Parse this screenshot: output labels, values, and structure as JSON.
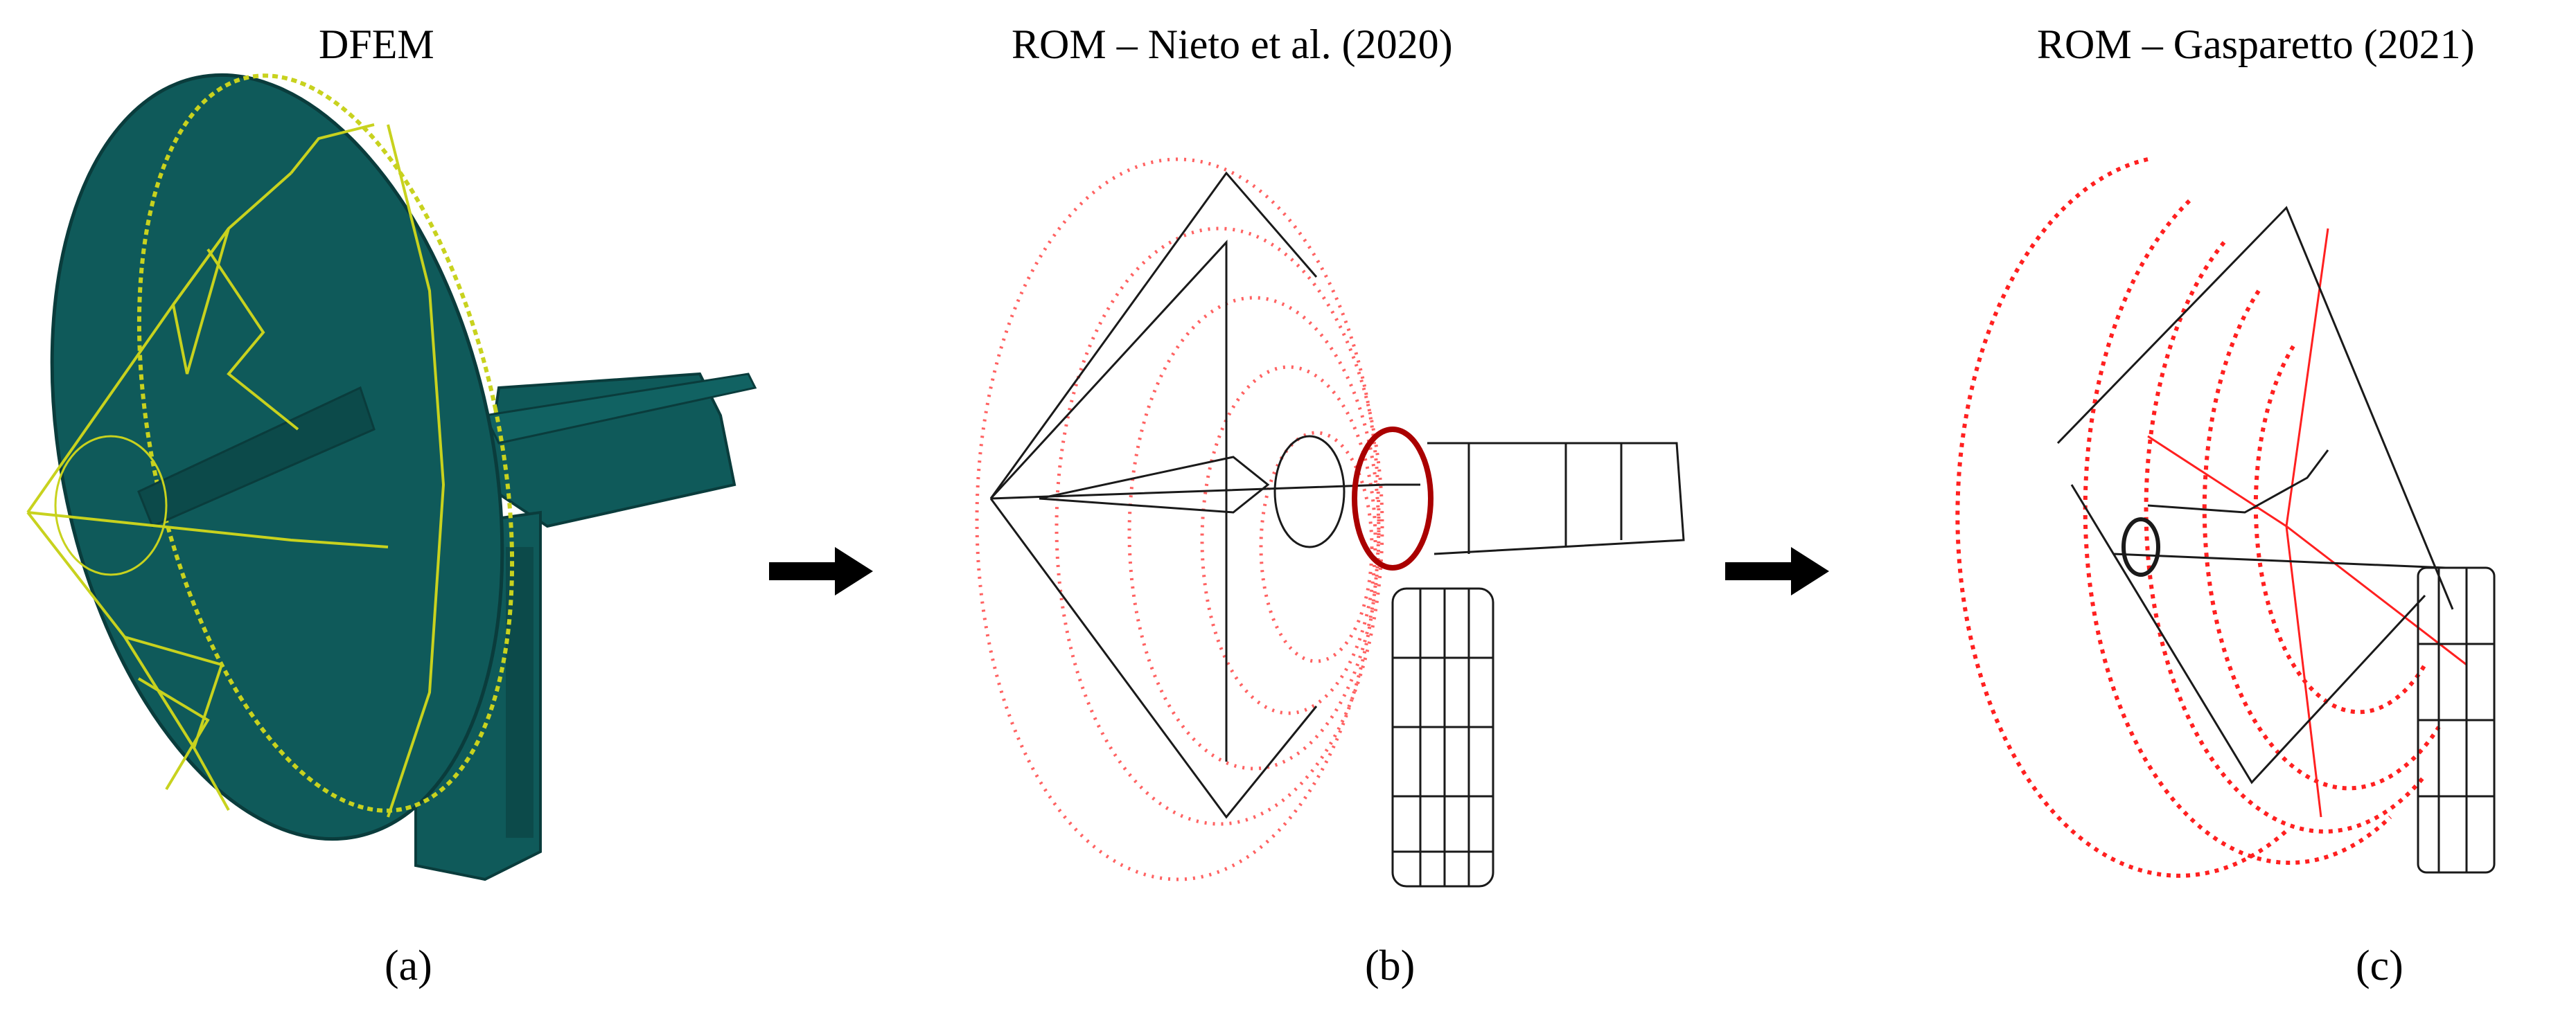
{
  "panels": [
    {
      "title": "DFEM",
      "caption": "(a)"
    },
    {
      "title": "ROM – Nieto et al. (2020)",
      "caption": "(b)"
    },
    {
      "title": "ROM – Gasparetto (2021)",
      "caption": "(c)"
    }
  ],
  "colors": {
    "dish_fill": "#0f5a5a",
    "dish_edge": "#0a3c3c",
    "truss": "#c8d21e",
    "rom_red": "#ff2020",
    "rom_black": "#1a1a1a",
    "arrow": "#000000"
  }
}
